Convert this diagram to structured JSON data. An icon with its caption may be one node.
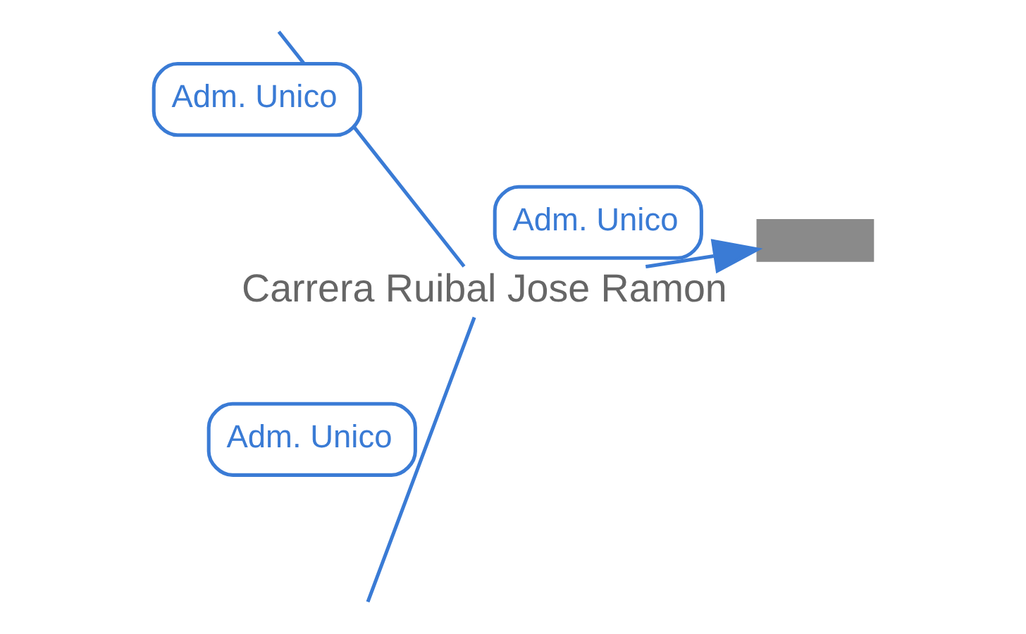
{
  "diagram": {
    "nodes": [
      {
        "text": [
          "Carrera Ruibal Jose Ramon"
        ]
      },
      {
        "text": [],
        "shape": "box"
      }
    ],
    "edges": [
      {
        "from": 0,
        "to": 1,
        "arrow": "to",
        "label": "Adm. Unico"
      },
      {
        "from": 0,
        "to": null,
        "arrow": "none",
        "label": "Adm. Unico"
      },
      {
        "from": 0,
        "to": null,
        "arrow": "none",
        "label": "Adm. Unico"
      }
    ]
  }
}
